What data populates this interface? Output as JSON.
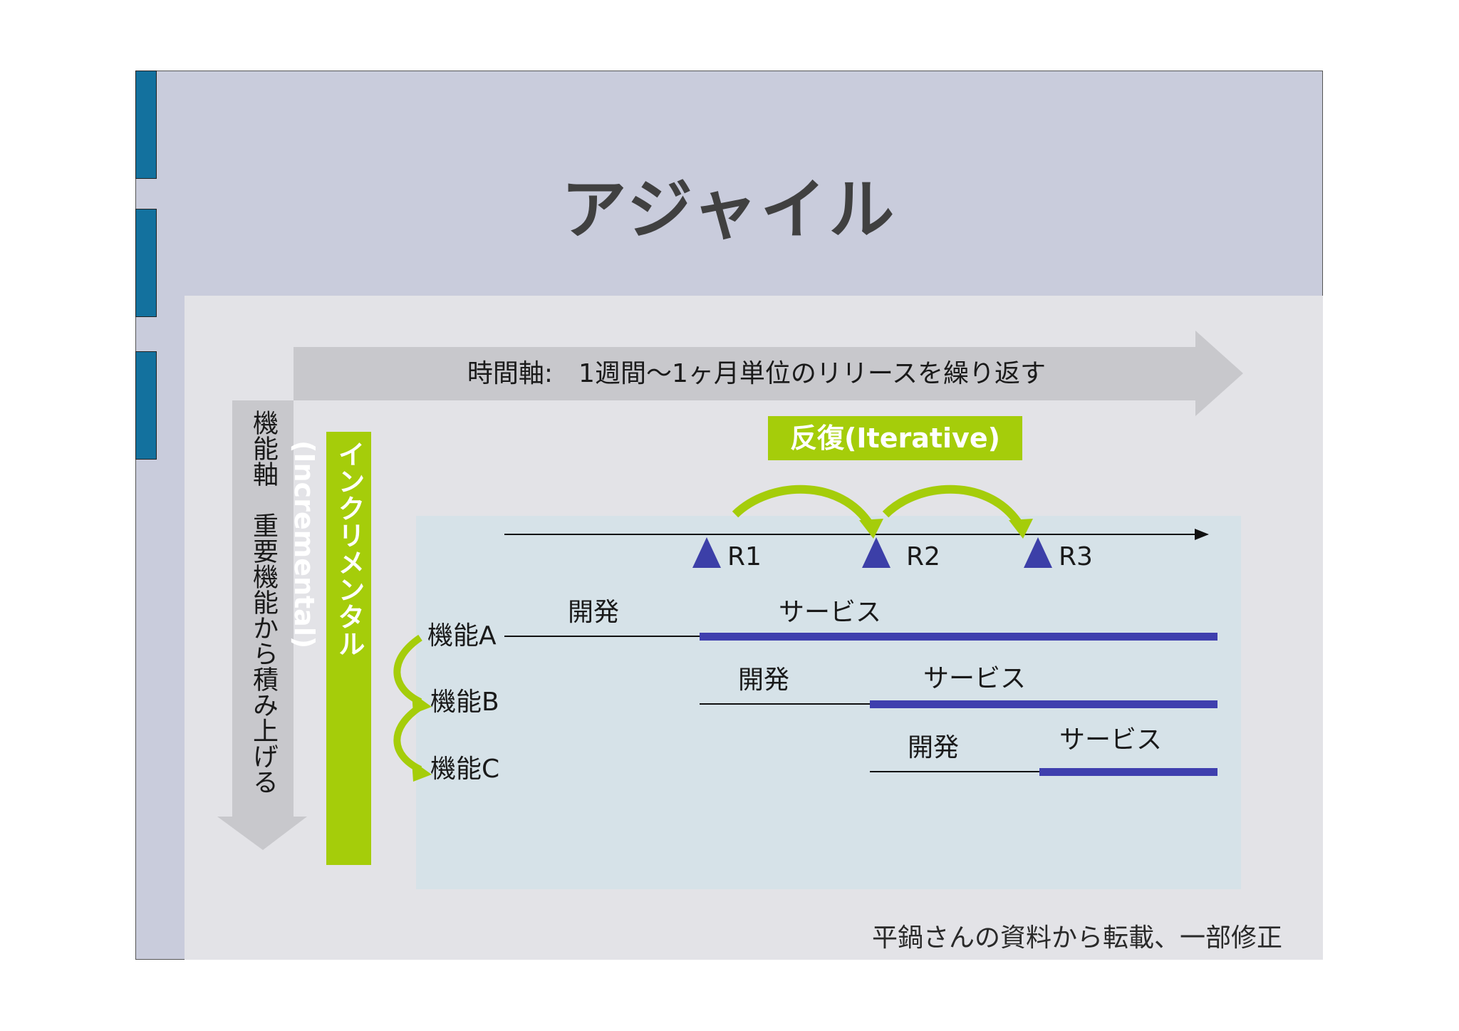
{
  "title": "アジャイル",
  "time_axis": {
    "label": "時間軸:　1週間〜1ヶ月単位のリリースを繰り返す"
  },
  "feature_axis": {
    "label": "機能軸　重要機能から積み上げる"
  },
  "incremental": {
    "label": "インクリメンタル(Incremental)"
  },
  "iterative": {
    "label": "反復(Iterative)"
  },
  "releases": [
    "R1",
    "R2",
    "R3"
  ],
  "features": [
    {
      "name": "機能A",
      "dev_label": "開発",
      "service_label": "サービス"
    },
    {
      "name": "機能B",
      "dev_label": "開発",
      "service_label": "サービス"
    },
    {
      "name": "機能C",
      "dev_label": "開発",
      "service_label": "サービス"
    }
  ],
  "credit": "平鍋さんの資料から転載、一部修正",
  "colors": {
    "header_bg": "#c9ccdc",
    "content_bg": "#e3e3e7",
    "timeline_bg": "#d6e2e8",
    "accent_green": "#a5cd0a",
    "service_bar": "#3f3fae",
    "release_marker": "#3c3fa8",
    "side_tab": "#13719e",
    "axis_arrow": "#c8c8cc"
  }
}
